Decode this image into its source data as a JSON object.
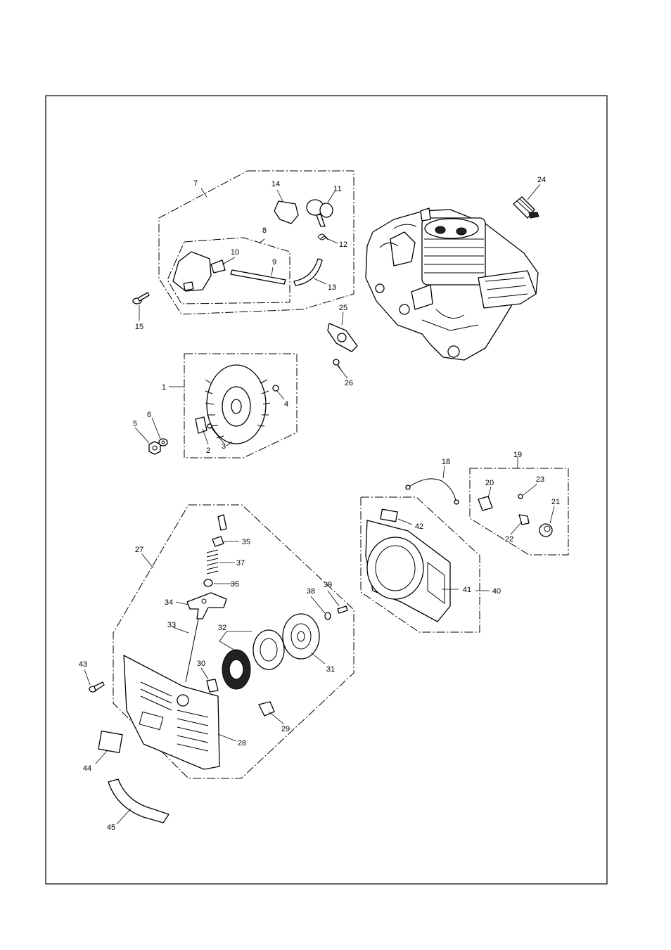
{
  "diagram": {
    "callouts": [
      "1",
      "2",
      "3",
      "4",
      "5",
      "6",
      "7",
      "8",
      "9",
      "10",
      "11",
      "12",
      "13",
      "14",
      "15",
      "18",
      "19",
      "20",
      "21",
      "22",
      "23",
      "24",
      "25",
      "26",
      "27",
      "28",
      "29",
      "30",
      "31",
      "32",
      "33",
      "34",
      "35",
      "35",
      "37",
      "38",
      "39",
      "40",
      "41",
      "42",
      "43",
      "44",
      "45"
    ]
  }
}
